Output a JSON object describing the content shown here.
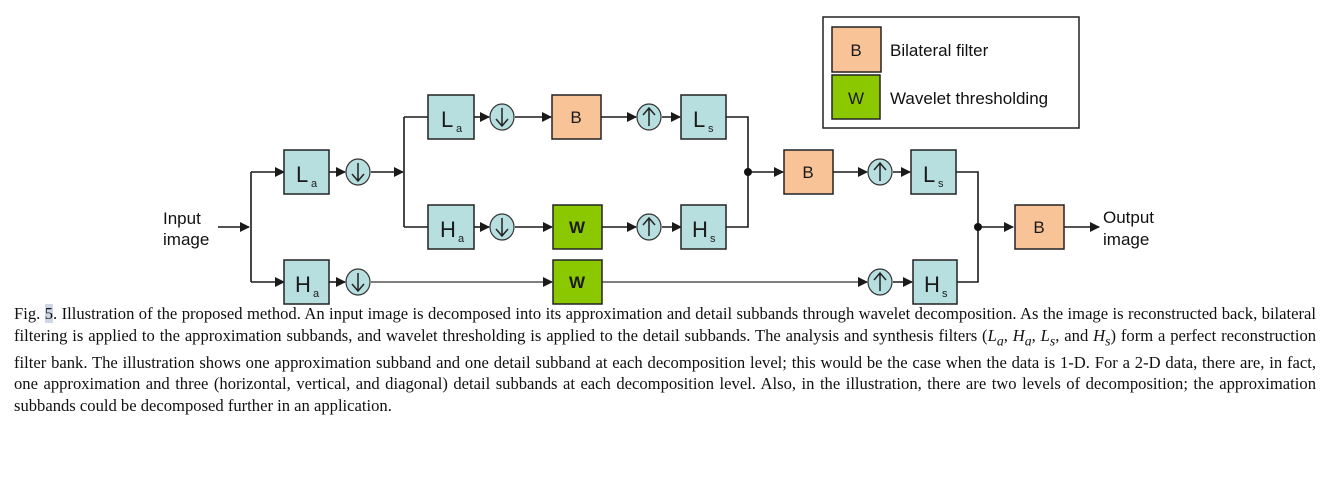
{
  "legend": {
    "items": [
      {
        "symbol": "B",
        "label": "Bilateral filter",
        "color": "#f9c398"
      },
      {
        "symbol": "W",
        "label": "Wavelet thresholding",
        "color": "#8cc800"
      }
    ]
  },
  "colors": {
    "filter_box": "#b8dfe0",
    "bilateral": "#f9c398",
    "wavelet": "#8cc800",
    "line": "#1a1a1a",
    "circle": "#b8dfe0"
  },
  "diagram": {
    "input_label": [
      "Input",
      "image"
    ],
    "output_label": [
      "Output",
      "image"
    ],
    "analysis_low": {
      "main": "L",
      "sub": "a"
    },
    "analysis_high": {
      "main": "H",
      "sub": "a"
    },
    "synthesis_low": {
      "main": "L",
      "sub": "s"
    },
    "synthesis_high": {
      "main": "H",
      "sub": "s"
    },
    "bilateral_symbol": "B",
    "wavelet_symbol": "W",
    "downsample_symbol": "↓",
    "upsample_symbol": "↑"
  },
  "caption": {
    "fig_label": "Fig.",
    "fig_number": "5",
    "text_part1": ".  Illustration of the proposed method. An input image is decomposed into its approximation and detail subbands through wavelet decomposition. As the image is reconstructed back, bilateral filtering is applied to the approximation subbands, and wavelet thresholding is applied to the detail subbands. The analysis and synthesis filters (",
    "math_La": "L",
    "math_La_sub": "a",
    "math_Ha": "H",
    "math_Ha_sub": "a",
    "math_Ls": "L",
    "math_Ls_sub": "s",
    "and_word": ", and ",
    "math_Hs": "H",
    "math_Hs_sub": "s",
    "text_part2": ") form a perfect reconstruction filter bank. The illustration shows one approximation subband and one detail subband at each decomposition level; this would be the case when the data is 1-D. For a 2-D data, there are, in fact, one approximation and three (horizontal, vertical, and diagonal) detail subbands at each decomposition level. Also, in the illustration, there are two levels of decomposition; the approximation subbands could be decomposed further in an application."
  }
}
